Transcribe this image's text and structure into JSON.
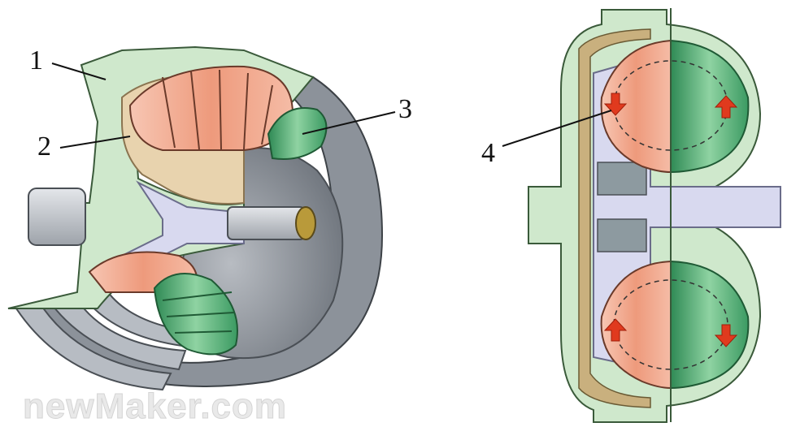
{
  "callouts": {
    "c1": "1",
    "c2": "2",
    "c3": "3",
    "c4": "4"
  },
  "watermark": "newMaker.com",
  "colors": {
    "housing_green": "#cfe8cc",
    "outline": "#3a5a3a",
    "pump_salmon": "#f2a98f",
    "pump_dark": "#d97a5c",
    "turbine_green": "#5fb07a",
    "turbine_dark": "#2f7a4b",
    "stator_tan": "#e8d3ae",
    "shaft_grey": "#c9ccd3",
    "shell_grey": "#9aa0a8",
    "flow_arrow": "#e03a1e"
  }
}
